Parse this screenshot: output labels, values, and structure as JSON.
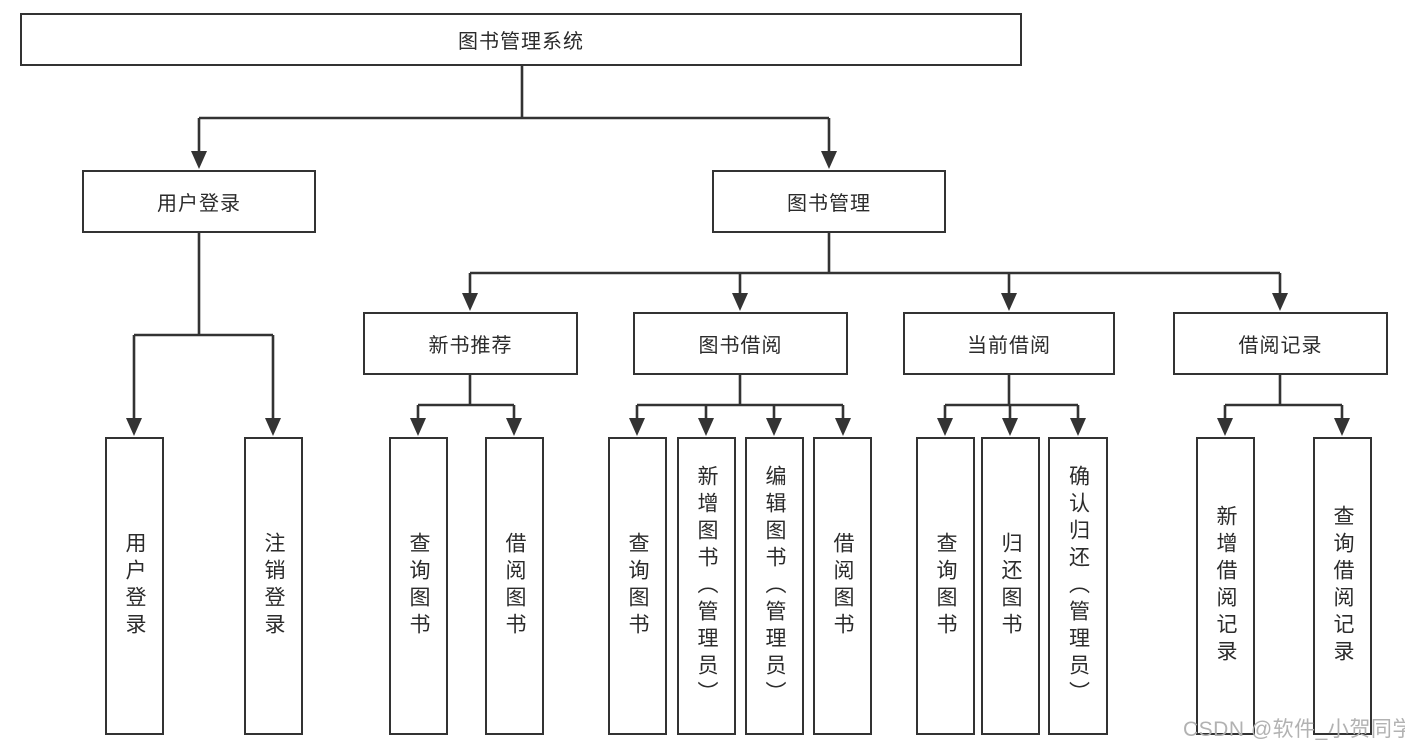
{
  "colors": {
    "line": "#333333",
    "box_border": "#333333",
    "text": "#2b2b2b",
    "background": "#ffffff",
    "watermark": "#b2b2b2"
  },
  "tree": {
    "label": "图书管理系统",
    "children": [
      {
        "label": "用户登录",
        "children": [
          {
            "label": "用户登录"
          },
          {
            "label": "注销登录"
          }
        ]
      },
      {
        "label": "图书管理",
        "children": [
          {
            "label": "新书推荐",
            "children": [
              {
                "label": "查询图书"
              },
              {
                "label": "借阅图书"
              }
            ]
          },
          {
            "label": "图书借阅",
            "children": [
              {
                "label": "查询图书"
              },
              {
                "label": "新增图书（管理员）"
              },
              {
                "label": "编辑图书（管理员）"
              },
              {
                "label": "借阅图书"
              }
            ]
          },
          {
            "label": "当前借阅",
            "children": [
              {
                "label": "查询图书"
              },
              {
                "label": "归还图书"
              },
              {
                "label": "确认归还（管理员）"
              }
            ]
          },
          {
            "label": "借阅记录",
            "children": [
              {
                "label": "新增借阅记录"
              },
              {
                "label": "查询借阅记录"
              }
            ]
          }
        ]
      }
    ]
  },
  "watermark": {
    "text": "CSDN @软件_小贺同学"
  }
}
